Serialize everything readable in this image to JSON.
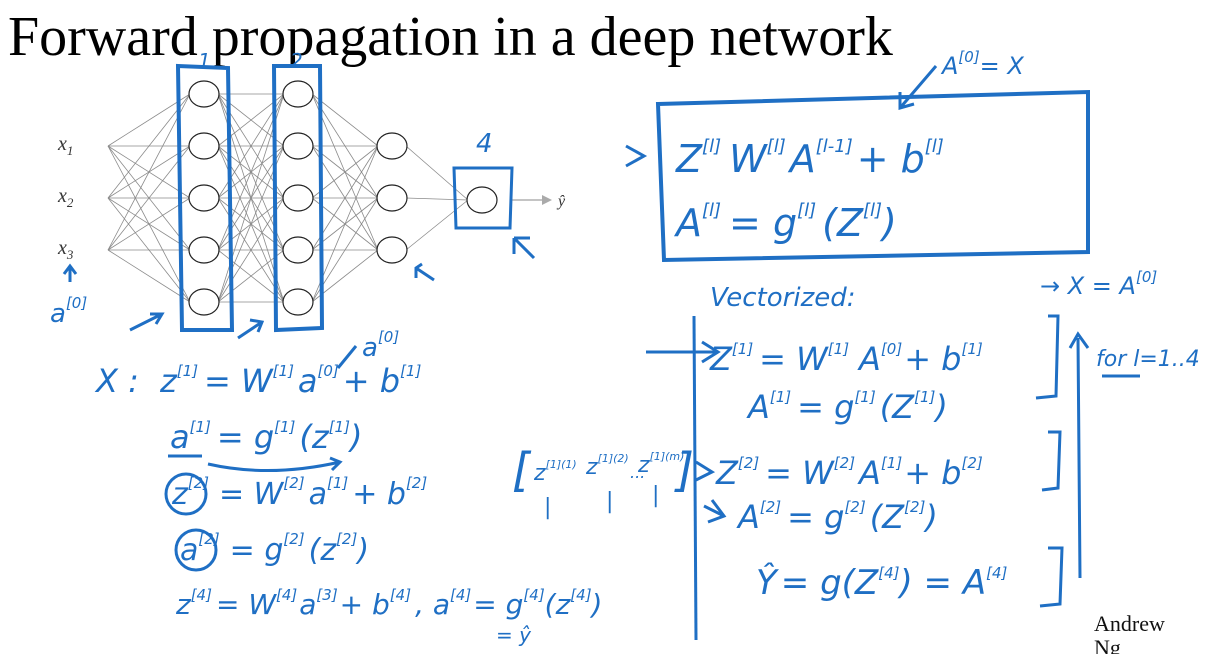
{
  "slide": {
    "title": "Forward propagation in a deep network",
    "attribution_line1": "Andrew",
    "attribution_line2": "Ng"
  },
  "network": {
    "inputs": [
      "x",
      "x",
      "x"
    ],
    "input_subscripts": [
      "1",
      "2",
      "3"
    ],
    "output": "ŷ",
    "layer_labels": [
      "1",
      "2",
      "4"
    ],
    "input_note": "a",
    "input_note_sup": "[0]",
    "hidden_note": "a",
    "hidden_note_sup": "[0]"
  },
  "boxed_general": {
    "top_note": "A",
    "top_note_sup": "[0]",
    "top_note_rhs": "= X",
    "line1_lhs": "Z",
    "line1_lhs_sup": "[l]",
    "line1_w": "W",
    "line1_w_sup": "[l]",
    "line1_a": "A",
    "line1_a_sup": "[l-1]",
    "line1_b": "+ b",
    "line1_b_sup": "[l]",
    "line2_lhs": "A",
    "line2_lhs_sup": "[l]",
    "line2_g": "= g",
    "line2_g_sup": "[l]",
    "line2_arg": "(Z",
    "line2_arg_sup": "[l]",
    "line2_close": ")"
  },
  "single_example": {
    "x_label": "X :",
    "eq1": "z",
    "eq1_sup": "[1]",
    "eq1_rhs": "= W",
    "eq1_rhs_sup": "[1]",
    "eq1_a": "a",
    "eq1_a_sup": "[0]",
    "eq1_b": "+ b",
    "eq1_b_sup": "[1]",
    "eq2": "a",
    "eq2_sup": "[1]",
    "eq2_rhs": "= g",
    "eq2_rhs_sup": "[1]",
    "eq2_arg": "(z",
    "eq2_arg_sup": "[1]",
    "eq2_close": ")",
    "eq3": "z",
    "eq3_sup": "[2]",
    "eq3_rhs": "= W",
    "eq3_rhs_sup": "[2]",
    "eq3_a": "a",
    "eq3_a_sup": "[1]",
    "eq3_b": "+ b",
    "eq3_b_sup": "[2]",
    "eq4": "a",
    "eq4_sup": "[2]",
    "eq4_rhs": "= g",
    "eq4_rhs_sup": "[2]",
    "eq4_arg": "(z",
    "eq4_arg_sup": "[2]",
    "eq4_close": ")",
    "eq5": "z",
    "eq5_sup": "[4]",
    "eq5_rhs": "= W",
    "eq5_rhs_sup": "[4]",
    "eq5_a": "a",
    "eq5_a_sup": "[3]",
    "eq5_b": "+ b",
    "eq5_b_sup": "[4]",
    "eq5_out": ", a",
    "eq5_out_sup": "[4]",
    "eq5_out_rhs": "= g",
    "eq5_out_rhs_sup": "[4]",
    "eq5_out_arg": "(z",
    "eq5_out_arg_sup": "[4]",
    "eq5_close": ")",
    "eq5_yhat": "= ŷ"
  },
  "stacking_note": {
    "bracket_open": "[",
    "z_entries": [
      "z",
      "z",
      "z"
    ],
    "z_sups": [
      "[1](1)",
      "[1](2)",
      "[1](m)"
    ],
    "dots": "...",
    "bracket_close": "]",
    "ticks": [
      "|",
      "|",
      "|"
    ]
  },
  "vectorized": {
    "heading": "Vectorized:",
    "x_note": "→ X = A",
    "x_note_sup": "[0]",
    "loop_note": "for l=1..4",
    "v1": "Z",
    "v1_sup": "[1]",
    "v1_rhs": "= W",
    "v1_rhs_sup": "[1]",
    "v1_a": "A",
    "v1_a_sup": "[0]",
    "v1_b": "+ b",
    "v1_b_sup": "[1]",
    "v2": "A",
    "v2_sup": "[1]",
    "v2_rhs": "= g",
    "v2_rhs_sup": "[1]",
    "v2_arg": "(Z",
    "v2_arg_sup": "[1]",
    "v2_close": ")",
    "v3": "Z",
    "v3_sup": "[2]",
    "v3_rhs": "= W",
    "v3_rhs_sup": "[2]",
    "v3_a": "A",
    "v3_a_sup": "[1]",
    "v3_b": "+ b",
    "v3_b_sup": "[2]",
    "v4": "A",
    "v4_sup": "[2]",
    "v4_rhs": "= g",
    "v4_rhs_sup": "[2]",
    "v4_arg": "(Z",
    "v4_arg_sup": "[2]",
    "v4_close": ")",
    "v5": "Ŷ",
    "v5_rhs": "= g(Z",
    "v5_rhs_sup": "[4]",
    "v5_close": ") = A",
    "v5_close_sup": "[4]"
  },
  "colors": {
    "ink": "#1f6fc4",
    "network_lines": "#8a8a8a",
    "text": "#000000"
  }
}
